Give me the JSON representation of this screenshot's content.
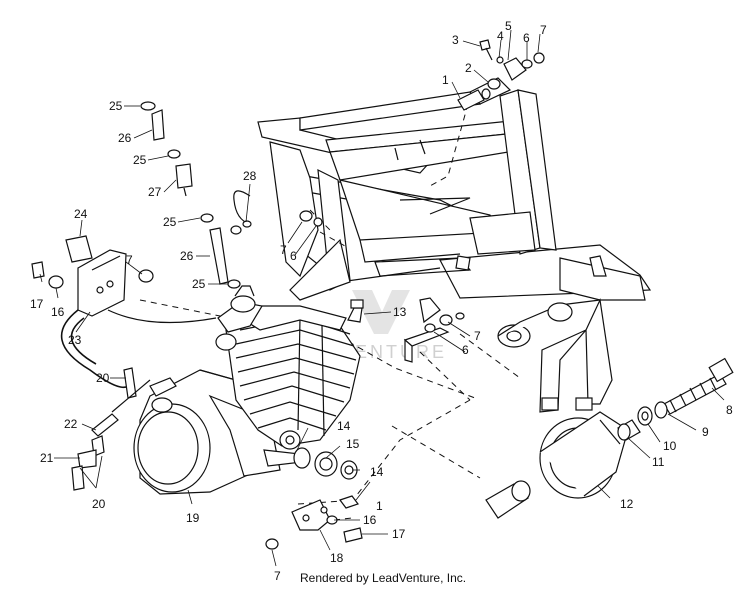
{
  "credit": "Rendered by LeadVenture, Inc.",
  "callouts": {
    "c1": "1",
    "c2": "2",
    "c3": "3",
    "c4": "4",
    "c5": "5",
    "c6": "6",
    "c7": "7",
    "c8": "8",
    "c9": "9",
    "c10": "10",
    "c11": "11",
    "c12": "12",
    "c13": "13",
    "c14": "14",
    "c15": "15",
    "c16": "16",
    "c17": "17",
    "c18": "18",
    "c19": "19",
    "c20": "20",
    "c21": "21",
    "c22": "22",
    "c23": "23",
    "c24": "24",
    "c25": "25",
    "c26": "26",
    "c27": "27",
    "c28": "28"
  }
}
